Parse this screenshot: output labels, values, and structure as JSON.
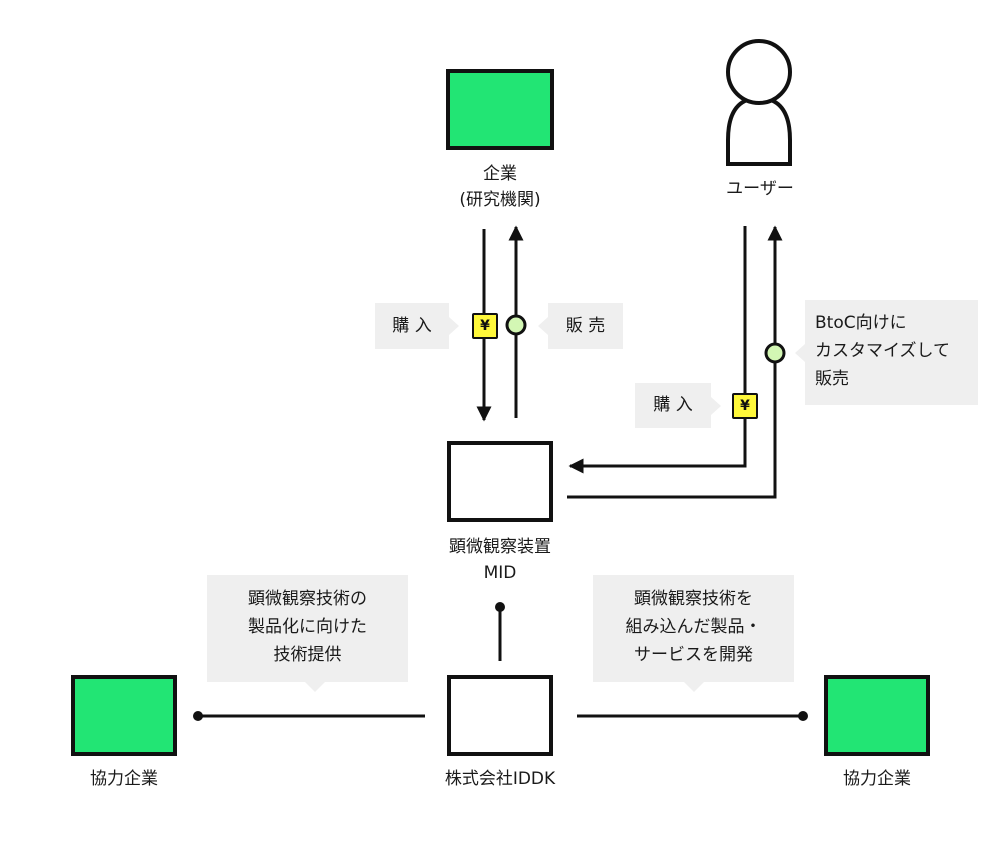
{
  "colors": {
    "company_fill": "#22e574",
    "stroke": "#111111",
    "callout_bg": "#efefef",
    "yen_fill": "#fff83a",
    "sale_dot_fill": "#d3f7b4"
  },
  "nodes": {
    "company_research": {
      "label_line1": "企業",
      "label_line2": "(研究機関)"
    },
    "user": {
      "label": "ユーザー",
      "icon": "person-icon"
    },
    "mid": {
      "label_line1": "顕微観察装置",
      "label_line2": "MID"
    },
    "iddk": {
      "label": "株式会社IDDK"
    },
    "partner_left": {
      "label": "協力企業"
    },
    "partner_right": {
      "label": "協力企業"
    }
  },
  "flows": {
    "company_purchase": {
      "label": "購 入",
      "icon_text": "¥",
      "icon": "yen-icon"
    },
    "company_sale": {
      "label": "販 売",
      "icon": "sale-dot-icon"
    },
    "user_purchase": {
      "label": "購 入",
      "icon_text": "¥",
      "icon": "yen-icon"
    },
    "user_sale": {
      "label_lines": [
        "BtoC向けに",
        "カスタマイズして",
        "販売"
      ],
      "icon": "sale-dot-icon"
    }
  },
  "links": {
    "left_partner": {
      "label_lines": [
        "顕微観察技術の",
        "製品化に向けた",
        "技術提供"
      ]
    },
    "right_partner": {
      "label_lines": [
        "顕微観察技術を",
        "組み込んだ製品・",
        "サービスを開発"
      ]
    }
  }
}
